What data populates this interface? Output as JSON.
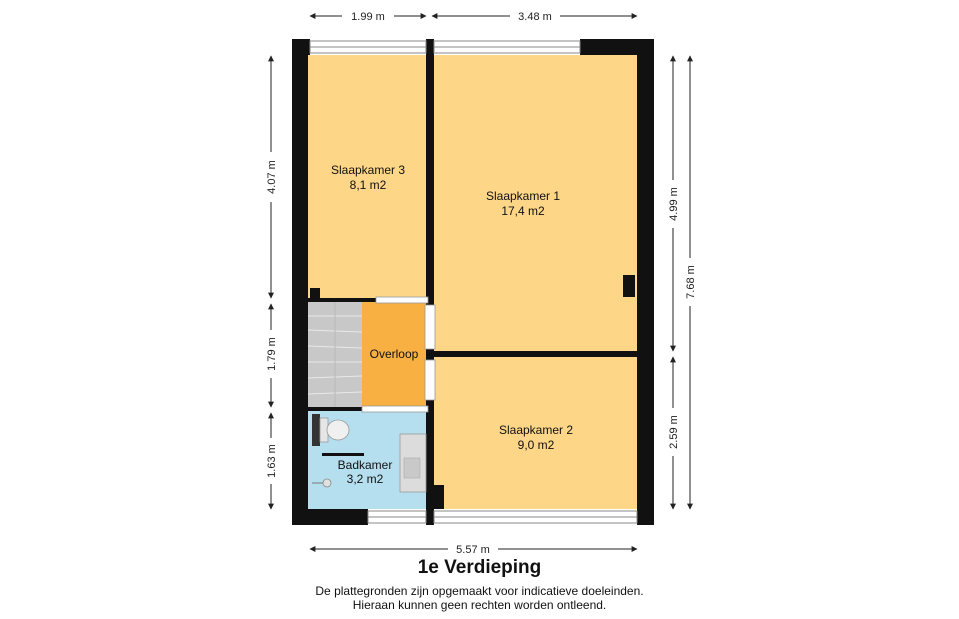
{
  "title": "1e Verdieping",
  "disclaimer": {
    "line1": "De plattegronden zijn opgemaakt voor indicatieve doeleinden.",
    "line2": "Hieraan kunnen geen rechten worden ontleend."
  },
  "rooms": {
    "slaapkamer3": {
      "name": "Slaapkamer 3",
      "area": "8,1 m2"
    },
    "slaapkamer1": {
      "name": "Slaapkamer 1",
      "area": "17,4 m2"
    },
    "slaapkamer2": {
      "name": "Slaapkamer 2",
      "area": "9,0 m2"
    },
    "overloop": {
      "name": "Overloop"
    },
    "badkamer": {
      "name": "Badkamer",
      "area": "3,2 m2"
    }
  },
  "dimensions": {
    "top_left": "1.99 m",
    "top_right": "3.48 m",
    "bottom_total": "5.57 m",
    "left_top": "4.07 m",
    "left_middle": "1.79 m",
    "left_bottom": "1.63 m",
    "right_top": "4.99 m",
    "right_total": "7.68 m",
    "right_bottom": "2.59 m"
  },
  "colors": {
    "bedroom": "#fdd688",
    "overloop": "#f8b042",
    "badkamer": "#b5dfee",
    "stairs": "#c8c8c8",
    "wall": "#111111"
  }
}
